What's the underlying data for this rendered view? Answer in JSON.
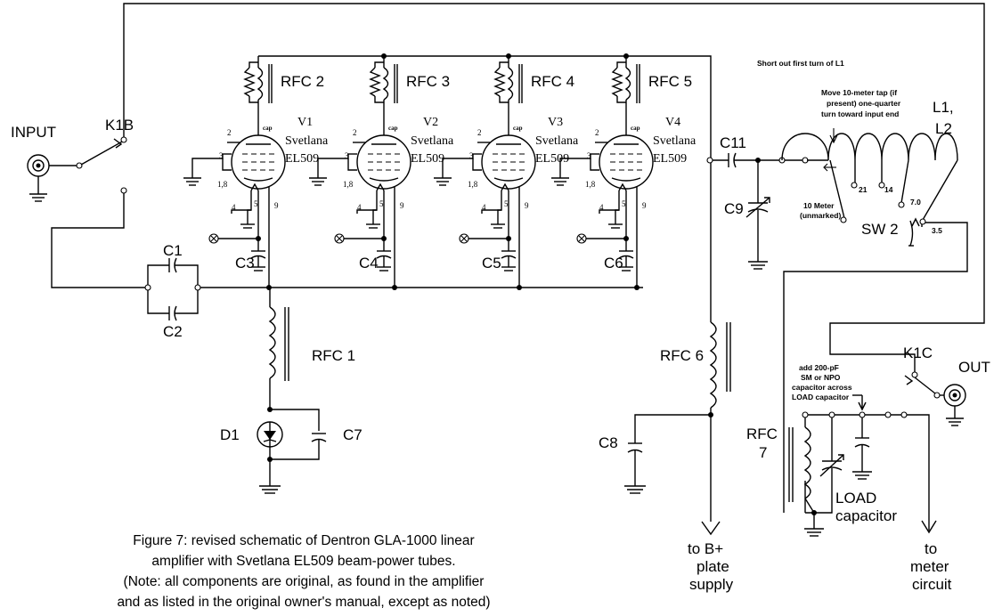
{
  "labels": {
    "input": "INPUT",
    "k1b": "K1B",
    "c1": "C1",
    "c2": "C2",
    "rfc1": "RFC 1",
    "d1": "D1",
    "c7": "C7",
    "c3": "C3",
    "c4": "C4",
    "c5": "C5",
    "c6": "C6",
    "c8": "C8",
    "c9": "C9",
    "c11": "C11",
    "rfc6": "RFC 6",
    "rfc7_line1": "RFC",
    "rfc7_line2": "7",
    "l1_line1": "L1,",
    "l1_line2": "L2",
    "sw2": "SW 2",
    "k1c": "K1C",
    "out": "OUT",
    "load_line1": "LOAD",
    "load_line2": "capacitor",
    "bplus_line1": "to B+",
    "bplus_line2": "plate",
    "bplus_line3": "supply",
    "meter_line1": "to",
    "meter_line2": "meter",
    "meter_line3": "circuit"
  },
  "tubes": [
    {
      "rfc": "RFC 2",
      "name": "V1",
      "maker": "Svetlana",
      "type": "EL509",
      "cap": "cap"
    },
    {
      "rfc": "RFC 3",
      "name": "V2",
      "maker": "Svetlana",
      "type": "EL509",
      "cap": "cap"
    },
    {
      "rfc": "RFC 4",
      "name": "V3",
      "maker": "Svetlana",
      "type": "EL509",
      "cap": "cap"
    },
    {
      "rfc": "RFC 5",
      "name": "V4",
      "maker": "Svetlana",
      "type": "EL509",
      "cap": "cap"
    }
  ],
  "pins": {
    "p2": "2",
    "p3": "3",
    "p18": "1,8",
    "p4": "4",
    "p5": "5",
    "p9": "9"
  },
  "notes": {
    "short": "Short out first turn of L1",
    "move_line1": "Move 10-meter tap (if",
    "move_line2": "present) one-quarter",
    "move_line3": "turn toward input end",
    "add_line1": "add 200-pF",
    "add_line2": "SM or NPO",
    "add_line3": "capacitor across",
    "add_line4": "LOAD capacitor"
  },
  "taps": {
    "t10_line1": "10 Meter",
    "t10_line2": "(unmarked)",
    "t21": "21",
    "t14": "14",
    "t7": "7.0",
    "t35": "3.5"
  },
  "caption": [
    "Figure 7: revised schematic of Dentron GLA-1000 linear",
    "amplifier with Svetlana EL509 beam-power tubes.",
    "(Note: all components are original, as found in the amplifier",
    "and as listed in the original owner's manual, except as noted)"
  ]
}
